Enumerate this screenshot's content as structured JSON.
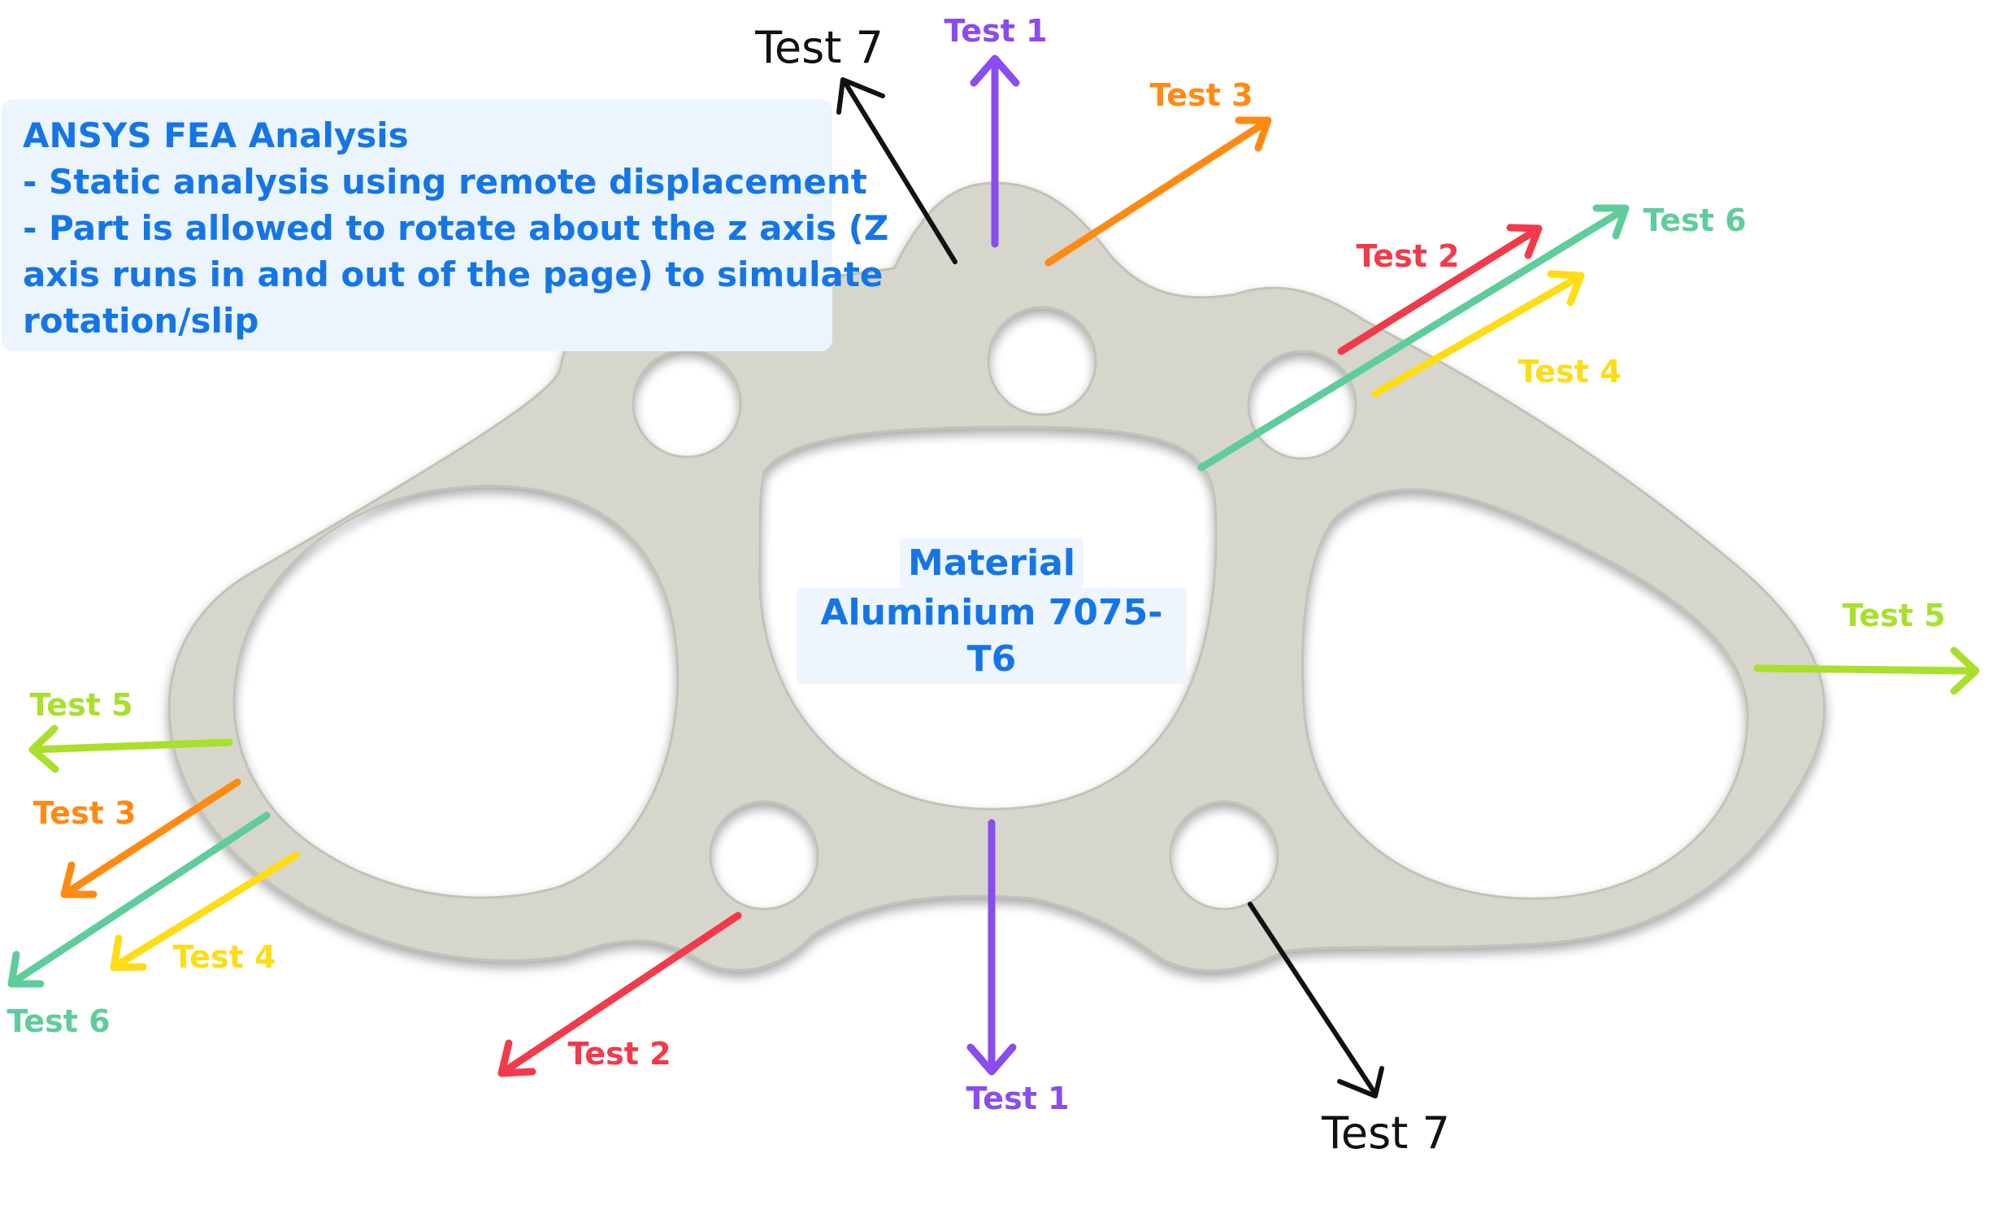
{
  "note": {
    "lines": [
      "ANSYS FEA Analysis",
      "- Static analysis using remote displacement",
      "- Part is allowed to rotate about the z axis (Z",
      "axis runs in and out of the page) to simulate",
      "rotation/slip"
    ]
  },
  "material": {
    "heading": "Material",
    "name": "Aluminium 7075-T6"
  },
  "colors": {
    "test1": "#8a4cf0",
    "test2": "#f23a4a",
    "test3": "#ff8a12",
    "test4": "#ffdc14",
    "test5": "#a8e02c",
    "test6": "#5fcc9c",
    "test7": "#111111",
    "part": "#d6d6cc",
    "note_text": "#1476e6",
    "note_bg": "#ecf4fd"
  },
  "labels": {
    "test1_top": "Test 1",
    "test1_bottom": "Test 1",
    "test2_top": "Test 2",
    "test2_bottom": "Test 2",
    "test3_top": "Test 3",
    "test3_left": "Test 3",
    "test4_right": "Test 4",
    "test4_left": "Test 4",
    "test5_right": "Test 5",
    "test5_left": "Test 5",
    "test6_right": "Test 6",
    "test6_left": "Test 6",
    "test7_top": "Test 7",
    "test7_bottom": "Test 7"
  }
}
